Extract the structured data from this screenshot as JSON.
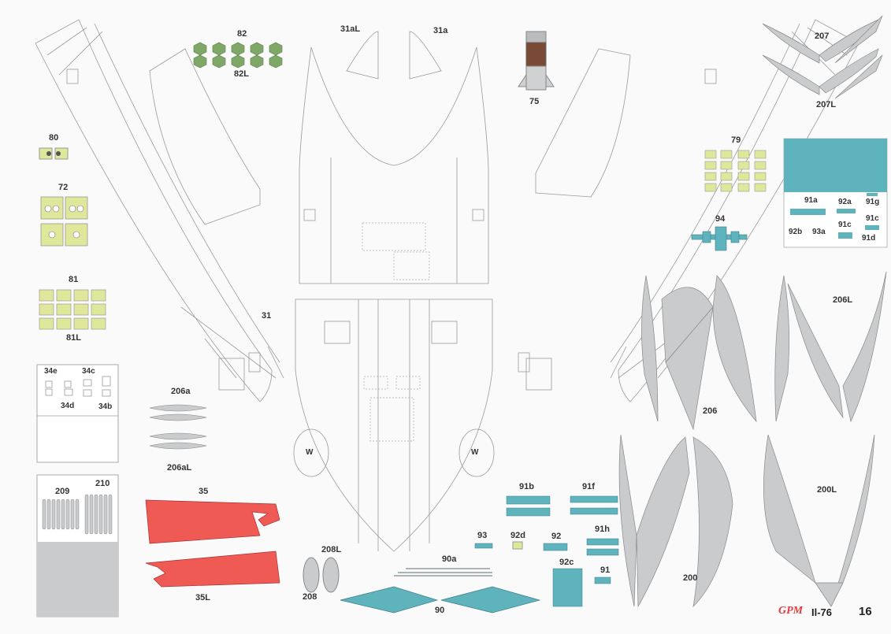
{
  "sheet": {
    "brand": "GPM",
    "model": "Il-76",
    "page_number": "16"
  },
  "colors": {
    "paper": "#fafafa",
    "outline": "#9a9a9a",
    "grey_part": "#c9cbcc",
    "teal_part": "#5fb3bd",
    "red_part": "#f05a55",
    "green_part": "#7fa868",
    "yellow_part": "#dfe79a"
  },
  "labels": {
    "p82": "82",
    "p82L": "82L",
    "p31aL": "31aL",
    "p31a": "31a",
    "p75": "75",
    "p207": "207",
    "p207L": "207L",
    "p80": "80",
    "p72": "72",
    "p79": "79",
    "p91a": "91a",
    "p92a": "92a",
    "p91g": "91g",
    "p91c": "91c",
    "p92b": "92b",
    "p93a": "93a",
    "p91c2": "91c",
    "p91d": "91d",
    "p94": "94",
    "p81": "81",
    "p81L": "81L",
    "p31": "31",
    "p206L": "206L",
    "p206": "206",
    "p34e": "34e",
    "p34c": "34c",
    "p34d": "34d",
    "p34b": "34b",
    "p206a": "206a",
    "p206aL": "206aL",
    "p209": "209",
    "p210": "210",
    "p35": "35",
    "p35L": "35L",
    "p208L": "208L",
    "p208": "208",
    "p90a": "90a",
    "p90": "90",
    "p93": "93",
    "p92d": "92d",
    "p92": "92",
    "p91b": "91b",
    "p91f": "91f",
    "p91h": "91h",
    "p92c": "92c",
    "p91": "91",
    "p200L": "200L",
    "p200": "200",
    "w_left": "W",
    "w_right": "W"
  }
}
